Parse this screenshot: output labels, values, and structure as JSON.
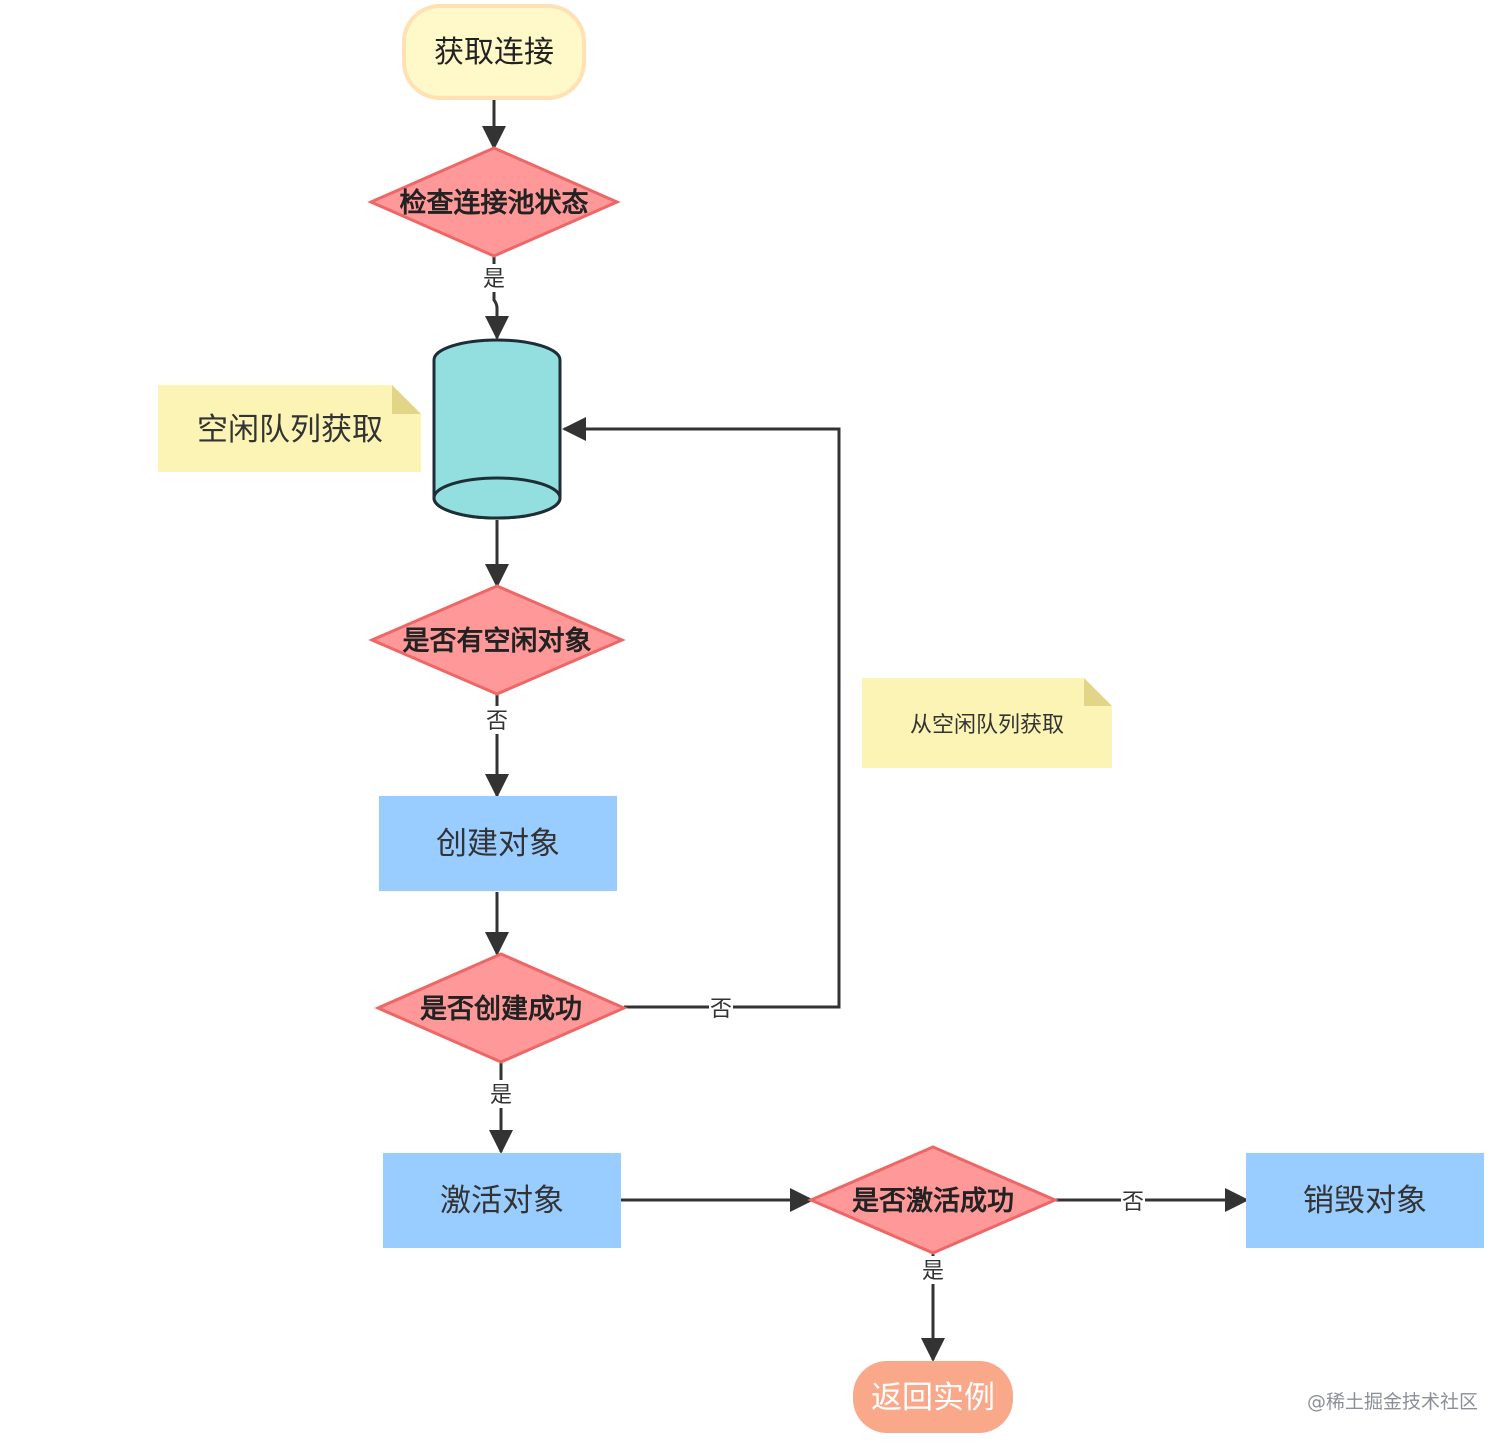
{
  "nodes": {
    "start": "获取连接",
    "check_pool": "检查连接池状态",
    "has_idle": "是否有空闲对象",
    "create": "创建对象",
    "create_ok": "是否创建成功",
    "activate": "激活对象",
    "activate_ok": "是否激活成功",
    "destroy": "销毁对象",
    "end": "返回实例"
  },
  "notes": {
    "idle_queue_get": "空闲队列获取",
    "from_idle_queue_get": "从空闲队列获取"
  },
  "edge_labels": {
    "check_yes": "是",
    "idle_no": "否",
    "create_no": "否",
    "create_yes": "是",
    "activate_no": "否",
    "activate_yes": "是"
  },
  "watermark": "@稀土掘金技术社区",
  "colors": {
    "start_fill": "#fff8c9",
    "start_stroke": "#ffe1b3",
    "decision_fill": "#ff9999",
    "decision_stroke": "#ee6666",
    "process_fill": "#99ccff",
    "database_fill": "#93dfe0",
    "database_stroke": "#1f2d36",
    "note_fill": "#fcf4b5",
    "note_fold": "#e2d588",
    "end_fill": "#f9a98a",
    "edge": "#333333"
  }
}
